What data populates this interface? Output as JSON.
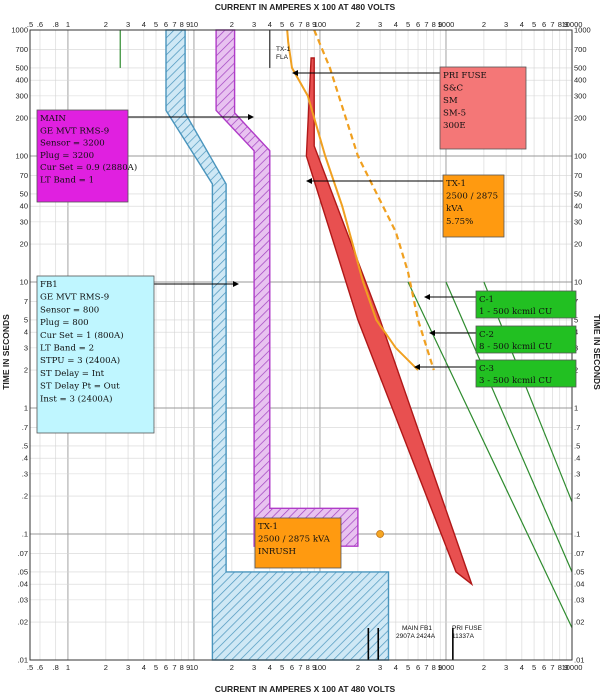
{
  "chart_data": {
    "type": "line",
    "title": "",
    "xlabel": "CURRENT IN AMPERES X 100 AT 480 VOLTS",
    "ylabel": "TIME IN SECONDS",
    "x_scale": "log",
    "y_scale": "log",
    "xlim": [
      0.5,
      10000
    ],
    "ylim": [
      0.01,
      1000
    ],
    "grid": true,
    "x_tick_labels": [
      ".5",
      ".6",
      ".8",
      "1",
      "2",
      "3",
      "4",
      "5",
      "6",
      "7",
      "8",
      "9",
      "10",
      "2",
      "3",
      "4",
      "5",
      "6",
      "7",
      "8",
      "9",
      "100",
      "2",
      "3",
      "4",
      "5",
      "6",
      "7",
      "8",
      "9",
      "1000",
      "2",
      "3",
      "4",
      "5",
      "6",
      "7",
      "8",
      "9",
      "10000"
    ],
    "x_tick_values": [
      0.5,
      0.6,
      0.8,
      1,
      2,
      3,
      4,
      5,
      6,
      7,
      8,
      9,
      10,
      20,
      30,
      40,
      50,
      60,
      70,
      80,
      90,
      100,
      200,
      300,
      400,
      500,
      600,
      700,
      800,
      900,
      1000,
      2000,
      3000,
      4000,
      5000,
      6000,
      7000,
      8000,
      9000,
      10000
    ],
    "y_ticks": [
      {
        "v": 1000,
        "label": "1000"
      },
      {
        "v": 700,
        "label": "700"
      },
      {
        "v": 500,
        "label": "500"
      },
      {
        "v": 400,
        "label": "400"
      },
      {
        "v": 300,
        "label": "300"
      },
      {
        "v": 200,
        "label": "200"
      },
      {
        "v": 100,
        "label": "100"
      },
      {
        "v": 70,
        "label": "70"
      },
      {
        "v": 50,
        "label": "50"
      },
      {
        "v": 40,
        "label": "40"
      },
      {
        "v": 30,
        "label": "30"
      },
      {
        "v": 20,
        "label": "20"
      },
      {
        "v": 10,
        "label": "10"
      },
      {
        "v": 7,
        "label": "7"
      },
      {
        "v": 5,
        "label": "5"
      },
      {
        "v": 4,
        "label": "4"
      },
      {
        "v": 3,
        "label": "3"
      },
      {
        "v": 2,
        "label": "2"
      },
      {
        "v": 1,
        "label": "1"
      },
      {
        "v": 0.7,
        "label": ".7"
      },
      {
        "v": 0.5,
        "label": ".5"
      },
      {
        "v": 0.4,
        "label": ".4"
      },
      {
        "v": 0.3,
        "label": ".3"
      },
      {
        "v": 0.2,
        "label": ".2"
      },
      {
        "v": 0.1,
        "label": ".1"
      },
      {
        "v": 0.07,
        "label": ".07"
      },
      {
        "v": 0.05,
        "label": ".05"
      },
      {
        "v": 0.04,
        "label": ".04"
      },
      {
        "v": 0.03,
        "label": ".03"
      },
      {
        "v": 0.02,
        "label": ".02"
      },
      {
        "v": 0.01,
        "label": ".01"
      }
    ],
    "series": [
      {
        "key": "main",
        "color": "#b03cc8",
        "fill": "#e3b4ec",
        "points_left": [
          [
            15,
            1000
          ],
          [
            15,
            230
          ],
          [
            30,
            110
          ],
          [
            30,
            6
          ],
          [
            30,
            0.16
          ],
          [
            30,
            0.08
          ]
        ],
        "points_right": [
          [
            21,
            1000
          ],
          [
            21,
            220
          ],
          [
            40,
            110
          ],
          [
            40,
            15
          ],
          [
            40,
            0.16
          ],
          [
            200,
            0.16
          ],
          [
            200,
            0.08
          ]
        ]
      },
      {
        "key": "fb1",
        "color": "#4a95bd",
        "fill": "#bfe1f0",
        "points_left": [
          [
            6,
            1000
          ],
          [
            6,
            230
          ],
          [
            14,
            60
          ],
          [
            14,
            0.01
          ]
        ],
        "points_right": [
          [
            8.5,
            1000
          ],
          [
            8.5,
            220
          ],
          [
            18,
            60
          ],
          [
            18,
            0.05
          ],
          [
            350,
            0.05
          ],
          [
            350,
            0.01
          ]
        ]
      },
      {
        "key": "pri_fuse",
        "color": "#b01818",
        "fill": "#e85050",
        "points_left": [
          [
            85,
            600
          ],
          [
            78,
            100
          ],
          [
            200,
            5
          ],
          [
            1200,
            0.05
          ]
        ],
        "points_right": [
          [
            90,
            600
          ],
          [
            90,
            120
          ],
          [
            300,
            5
          ],
          [
            1600,
            0.04
          ]
        ]
      },
      {
        "key": "tx1_damage",
        "color": "#f0a020",
        "points": [
          [
            55,
            1000
          ],
          [
            56,
            800
          ],
          [
            60,
            500
          ],
          [
            80,
            300
          ],
          [
            110,
            100
          ],
          [
            150,
            40
          ],
          [
            220,
            10
          ],
          [
            280,
            5
          ],
          [
            400,
            3
          ],
          [
            600,
            2
          ]
        ]
      },
      {
        "key": "tx1_damage_dashed",
        "color": "#f0a020",
        "points": [
          [
            90,
            1000
          ],
          [
            120,
            500
          ],
          [
            200,
            100
          ],
          [
            400,
            25
          ],
          [
            500,
            12
          ],
          [
            600,
            5
          ],
          [
            800,
            2
          ]
        ]
      },
      {
        "key": "c1",
        "color": "#2e8b2e",
        "points": [
          [
            500,
            10
          ],
          [
            10000,
            0.018
          ]
        ]
      },
      {
        "key": "c2",
        "color": "#2e8b2e",
        "points": [
          [
            1000,
            10
          ],
          [
            10000,
            0.05
          ]
        ]
      },
      {
        "key": "c3",
        "color": "#2e8b2e",
        "points": [
          [
            2000,
            10
          ],
          [
            10000,
            0.18
          ]
        ]
      }
    ],
    "inrush_point": {
      "x": 300,
      "y": 0.1
    }
  },
  "annotations": {
    "tx1_fla_line1": "TX-1",
    "tx1_fla_line2": "FLA",
    "main_fb1_marker": "MAIN FB1",
    "main_fb1_values": "2907A  2424A",
    "pri_fuse_marker": "PRI FUSE",
    "pri_fuse_value": "11337A"
  },
  "labels": {
    "main": {
      "color": "#e020e0",
      "lines": [
        "MAIN",
        "GE MVT RMS-9",
        "Sensor = 3200",
        "Plug = 3200",
        "Cur Set = 0.9 (2880A)",
        "LT Band = 1"
      ]
    },
    "fb1": {
      "color": "#bff6ff",
      "lines": [
        "FB1",
        "GE MVT RMS-9",
        "Sensor = 800",
        "Plug = 800",
        "Cur Set = 1 (800A)",
        "LT Band = 2",
        "STPU = 3 (2400A)",
        "ST Delay = Int",
        "ST Delay Pt = Out",
        "Inst = 3 (2400A)"
      ]
    },
    "pri_fuse": {
      "color": "#f47777",
      "lines": [
        "PRI FUSE",
        "S&C",
        "SM",
        "SM-5",
        "300E"
      ]
    },
    "tx1": {
      "color": "#ff9a10",
      "lines": [
        "TX-1",
        "2500 / 2875",
        "kVA",
        "5.75%"
      ]
    },
    "tx1_inrush": {
      "color": "#ff9a10",
      "lines": [
        "TX-1",
        "2500 / 2875 kVA",
        "INRUSH"
      ]
    },
    "c1": {
      "color": "#22c022",
      "lines": [
        "C-1",
        "1 - 500 kcmil CU"
      ]
    },
    "c2": {
      "color": "#22c022",
      "lines": [
        "C-2",
        "8 - 500 kcmil CU"
      ]
    },
    "c3": {
      "color": "#22c022",
      "lines": [
        "C-3",
        "3 - 500 kcmil CU"
      ]
    }
  }
}
